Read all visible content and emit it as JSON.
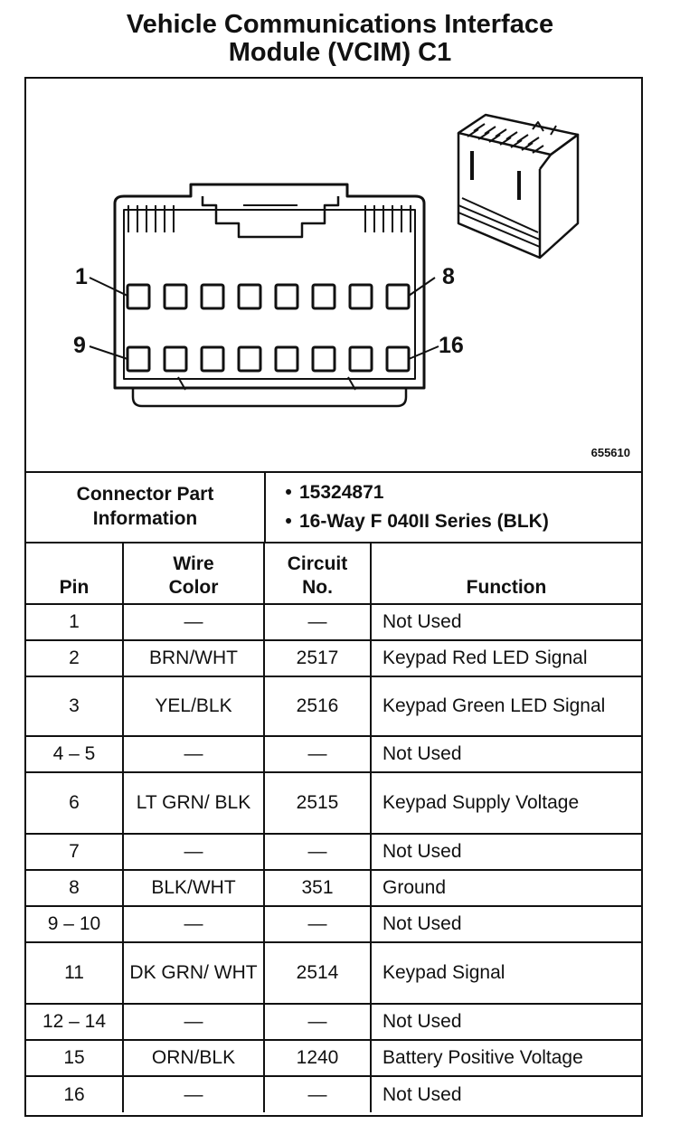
{
  "title": {
    "line1": "Vehicle Communications Interface",
    "line2": "Module (VCIM) C1"
  },
  "figure": {
    "number": "655610",
    "pin_labels": {
      "top_left": "1",
      "top_right": "8",
      "bottom_left": "9",
      "bottom_right": "16"
    }
  },
  "connector_part_information": {
    "label_line1": "Connector Part",
    "label_line2": "Information",
    "items": [
      "15324871",
      "16-Way F 040II Series (BLK)"
    ]
  },
  "table": {
    "headers": {
      "pin": "Pin",
      "wire_color_line1": "Wire",
      "wire_color_line2": "Color",
      "circuit_line1": "Circuit",
      "circuit_line2": "No.",
      "function": "Function"
    },
    "rows": [
      {
        "pin": "1",
        "wire": "—",
        "circuit": "—",
        "function": "Not Used"
      },
      {
        "pin": "2",
        "wire": "BRN/WHT",
        "circuit": "2517",
        "function": "Keypad Red LED Signal"
      },
      {
        "pin": "3",
        "wire": "YEL/BLK",
        "circuit": "2516",
        "function": "Keypad Green LED Signal"
      },
      {
        "pin": "4 – 5",
        "wire": "—",
        "circuit": "—",
        "function": "Not Used"
      },
      {
        "pin": "6",
        "wire": "LT GRN/ BLK",
        "circuit": "2515",
        "function": "Keypad Supply Voltage"
      },
      {
        "pin": "7",
        "wire": "—",
        "circuit": "—",
        "function": "Not Used"
      },
      {
        "pin": "8",
        "wire": "BLK/WHT",
        "circuit": "351",
        "function": "Ground"
      },
      {
        "pin": "9 – 10",
        "wire": "—",
        "circuit": "—",
        "function": "Not Used"
      },
      {
        "pin": "11",
        "wire": "DK GRN/ WHT",
        "circuit": "2514",
        "function": "Keypad Signal"
      },
      {
        "pin": "12 – 14",
        "wire": "—",
        "circuit": "—",
        "function": "Not Used"
      },
      {
        "pin": "15",
        "wire": "ORN/BLK",
        "circuit": "1240",
        "function": "Battery Positive Voltage"
      },
      {
        "pin": "16",
        "wire": "—",
        "circuit": "—",
        "function": "Not Used"
      }
    ]
  }
}
